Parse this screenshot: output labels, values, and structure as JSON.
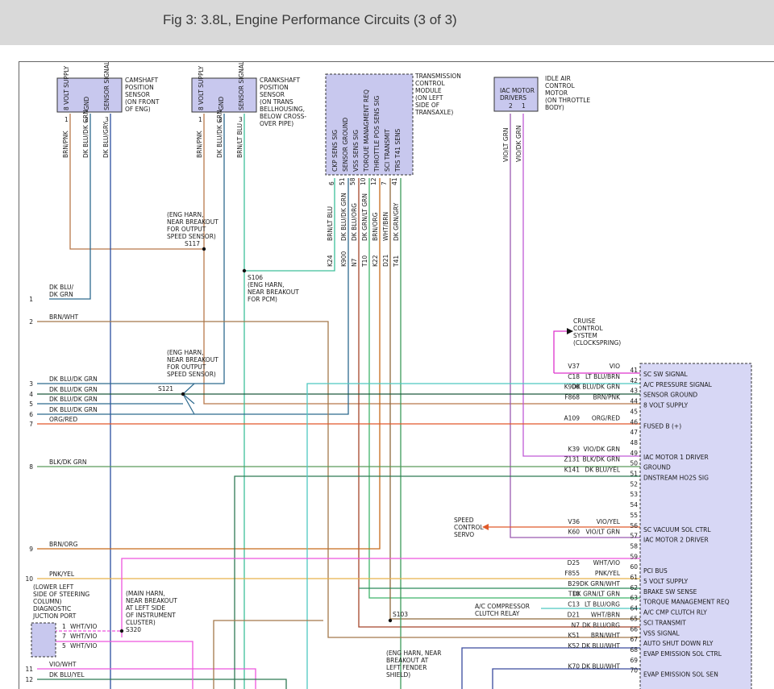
{
  "header": {
    "title": "Fig 3: 3.8L, Engine Performance Circuits (3 of 3)"
  },
  "colors": {
    "ecu_fill": "#d7d7f5",
    "comp_fill": "#c8c8ee",
    "header_bg": "#d9d9d9"
  },
  "components": {
    "cam": {
      "pins": [
        "8 VOLT SUPPLY",
        "GND",
        "SENSOR SIGNAL"
      ],
      "pin_nums": [
        "1",
        "2",
        "3"
      ],
      "label": [
        "CAMSHAFT",
        "POSITION",
        "SENSOR",
        "(ON FRONT",
        "OF ENG)"
      ]
    },
    "crank": {
      "pins": [
        "8 VOLT SUPPLY",
        "GND",
        "SENSOR SIGNAL"
      ],
      "pin_nums": [
        "1",
        "2",
        "3"
      ],
      "label": [
        "CRANKSHAFT",
        "POSITION",
        "SENSOR",
        "(ON TRANS",
        "BELLHOUSING,",
        "BELOW CROSS-",
        "OVER PIPE)"
      ]
    },
    "tcm": {
      "pins": [
        "CKP SENS SIG",
        "SENSOR GROUND",
        "VSS SENS SIG",
        "TORQUE MANAGMENT REQ",
        "THROTTLE POS SENS SIG",
        "SCI TRANSMIT",
        "TRS T41 SENS"
      ],
      "pin_nums": [
        "6",
        "51",
        "58",
        "10",
        "12",
        "7",
        "41"
      ],
      "label": [
        "TRANSMISSION",
        "CONTROL",
        "MODULE",
        "(ON LEFT",
        "SIDE OF",
        "TRANSAXLE)"
      ]
    },
    "iac": {
      "name": [
        "IAC MOTOR",
        "DRIVERS"
      ],
      "pin_nums": [
        "2",
        "1"
      ],
      "label": [
        "IDLE AIR",
        "CONTROL",
        "MOTOR",
        "(ON THROTTLE",
        "BODY)"
      ]
    }
  },
  "wire_labels": {
    "cam": [
      "BRN/PNK",
      "DK BLU/DK GRN",
      "DK BLU/GRY"
    ],
    "crank": [
      "BRN/PNK",
      "DK BLU/DK GRN",
      "BRN/LT BLU"
    ],
    "tcm": [
      "BRN/LT BLU",
      "DK BLU/DK GRN",
      "DK BLU/ORG",
      "DK GRN/LT GRN",
      "BRN/ORG",
      "WHT/BRN",
      "DK GRN/GRY"
    ],
    "tcm_circuits": [
      "K24",
      "K900",
      "N7",
      "T10",
      "K22",
      "D21",
      "T41"
    ],
    "iac": [
      "VIO/LT GRN",
      "VIO/DK GRN"
    ]
  },
  "splices": {
    "s117": [
      "(ENG HARN,",
      "NEAR BREAKOUT",
      "FOR OUTPUT",
      "SPEED SENSOR)",
      "S117"
    ],
    "s106": [
      "S106",
      "(ENG HARN,",
      "NEAR BREAKOUT",
      "FOR PCM)"
    ],
    "s121_label": [
      "(ENG HARN,",
      "NEAR BREAKOUT",
      "FOR OUTPUT",
      "SPEED SENSOR)"
    ],
    "s121": "S121",
    "s103": "S103",
    "s103_label": [
      "(ENG HARN, NEAR",
      "BREAKOUT AT",
      "LEFT FENDER",
      "SHIELD)"
    ],
    "s320": "S320",
    "s320_label": [
      "(MAIN HARN,",
      "NEAR BREAKOUT",
      "AT LEFT SIDE",
      "OF INSTRUMENT",
      "CLUSTER)"
    ]
  },
  "left_wires": [
    {
      "num": "1",
      "label": [
        "DK BLU/",
        "DK GRN"
      ]
    },
    {
      "num": "2",
      "label": [
        "BRN/WHT"
      ]
    },
    {
      "num": "3",
      "label": [
        "DK BLU/DK GRN"
      ]
    },
    {
      "num": "4",
      "label": [
        "DK BLU/DK GRN"
      ]
    },
    {
      "num": "5",
      "label": [
        "DK BLU/DK GRN"
      ]
    },
    {
      "num": "6",
      "label": [
        "DK BLU/DK GRN"
      ]
    },
    {
      "num": "7",
      "label": [
        "ORG/RED"
      ]
    },
    {
      "num": "8",
      "label": [
        "BLK/DK GRN"
      ]
    },
    {
      "num": "9",
      "label": [
        "BRN/ORG"
      ]
    },
    {
      "num": "10",
      "label": [
        "PNK/YEL"
      ]
    },
    {
      "num": "11",
      "label": [
        "VIO/WHT"
      ]
    },
    {
      "num": "12",
      "label": [
        "DK BLU/YEL"
      ]
    }
  ],
  "diag_port": {
    "label": [
      "(LOWER LEFT",
      "SIDE OF STEERING",
      "COLUMN)",
      "DIAGNOSTIC",
      "JUCTION PORT"
    ],
    "pins": [
      {
        "num": "1",
        "wire": "WHT/VIO"
      },
      {
        "num": "7",
        "wire": "WHT/VIO"
      },
      {
        "num": "5",
        "wire": "WHT/VIO"
      }
    ]
  },
  "external": {
    "cruise": [
      "CRUISE",
      "CONTROL",
      "SYSTEM",
      "(CLOCKSPRING)"
    ],
    "servo": [
      "SPEED",
      "CONTROL",
      "SERVO"
    ],
    "ac_relay": [
      "A/C COMPRESSOR",
      "CLUTCH RELAY"
    ]
  },
  "pcm_pins": [
    {
      "pin": "41",
      "circuit": "V37",
      "wire": "VIO",
      "func": "SC SW SIGNAL"
    },
    {
      "pin": "42",
      "circuit": "C18",
      "wire": "LT BLU/BRN",
      "func": "A/C PRESSURE SIGNAL"
    },
    {
      "pin": "43",
      "circuit": "K900",
      "wire": "DK BLU/DK GRN",
      "func": "SENSOR GROUND"
    },
    {
      "pin": "44",
      "circuit": "F868",
      "wire": "BRN/PNK",
      "func": "8 VOLT SUPPLY"
    },
    {
      "pin": "45",
      "circuit": "",
      "wire": "",
      "func": ""
    },
    {
      "pin": "46",
      "circuit": "A109",
      "wire": "ORG/RED",
      "func": "FUSED B (+)"
    },
    {
      "pin": "47",
      "circuit": "",
      "wire": "",
      "func": ""
    },
    {
      "pin": "48",
      "circuit": "",
      "wire": "",
      "func": ""
    },
    {
      "pin": "49",
      "circuit": "K39",
      "wire": "VIO/DK GRN",
      "func": "IAC MOTOR 1 DRIVER"
    },
    {
      "pin": "50",
      "circuit": "Z131",
      "wire": "BLK/DK GRN",
      "func": "GROUND"
    },
    {
      "pin": "51",
      "circuit": "K141",
      "wire": "DK BLU/YEL",
      "func": "DNSTREAM HO2S SIG"
    },
    {
      "pin": "52",
      "circuit": "",
      "wire": "",
      "func": ""
    },
    {
      "pin": "53",
      "circuit": "",
      "wire": "",
      "func": ""
    },
    {
      "pin": "54",
      "circuit": "",
      "wire": "",
      "func": ""
    },
    {
      "pin": "55",
      "circuit": "",
      "wire": "",
      "func": ""
    },
    {
      "pin": "56",
      "circuit": "V36",
      "wire": "VIO/YEL",
      "func": "SC VACUUM SOL CTRL"
    },
    {
      "pin": "57",
      "circuit": "K60",
      "wire": "VIO/LT GRN",
      "func": "IAC MOTOR 2 DRIVER"
    },
    {
      "pin": "58",
      "circuit": "",
      "wire": "",
      "func": ""
    },
    {
      "pin": "59",
      "circuit": "",
      "wire": "",
      "func": ""
    },
    {
      "pin": "60",
      "circuit": "D25",
      "wire": "WHT/VIO",
      "func": "PCI BUS"
    },
    {
      "pin": "61",
      "circuit": "F855",
      "wire": "PNK/YEL",
      "func": "5 VOLT SUPPLY"
    },
    {
      "pin": "62",
      "circuit": "B29",
      "wire": "DK GRN/WHT",
      "func": "BRAKE SW SENSE"
    },
    {
      "pin": "63",
      "circuit": "T10",
      "wire": "DK GRN/LT GRN",
      "func": "TORQUE MANAGEMENT REQ"
    },
    {
      "pin": "64",
      "circuit": "C13",
      "wire": "LT BLU/ORG",
      "func": "A/C CMP CLUTCH RLY"
    },
    {
      "pin": "65",
      "circuit": "D21",
      "wire": "WHT/BRN",
      "func": "SCI TRANSMIT"
    },
    {
      "pin": "66",
      "circuit": "N7",
      "wire": "DK BLU/ORG",
      "func": "VSS SIGNAL"
    },
    {
      "pin": "67",
      "circuit": "K51",
      "wire": "BRN/WHT",
      "func": "AUTO SHUT DOWN RLY"
    },
    {
      "pin": "68",
      "circuit": "K52",
      "wire": "DK BLU/WHT",
      "func": "EVAP EMISSION SOL CTRL"
    },
    {
      "pin": "69",
      "circuit": "",
      "wire": "",
      "func": ""
    },
    {
      "pin": "70",
      "circuit": "K70",
      "wire": "DK BLU/WHT",
      "func": "EVAP EMISSION SOL SEN"
    }
  ]
}
